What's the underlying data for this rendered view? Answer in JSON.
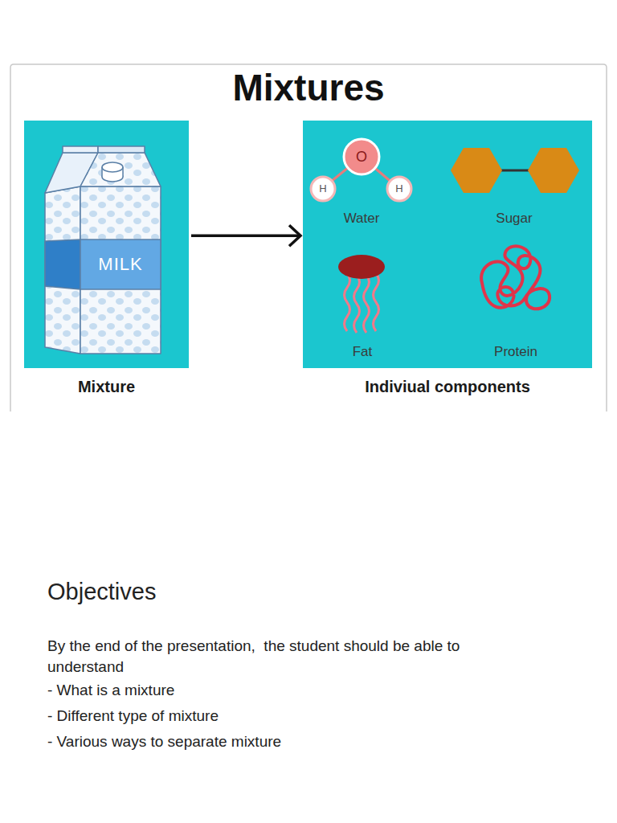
{
  "diagram": {
    "title": "Mixtures",
    "nodes": [
      {
        "text": [
          "Mixture"
        ]
      },
      {
        "text": [
          "Indiviual components"
        ]
      }
    ],
    "edges": [
      {
        "from": 0,
        "to": 1,
        "arrow": "to"
      }
    ],
    "labels": [
      "MILK",
      "O",
      "H",
      "H",
      "Water",
      "Sugar",
      "Fat",
      "Protein",
      "Objectives",
      "By the end of the presentation,  the student should be able to understand",
      "- What is a mixture",
      "- Different type of mixture",
      "- Various ways to separate mixture"
    ]
  }
}
